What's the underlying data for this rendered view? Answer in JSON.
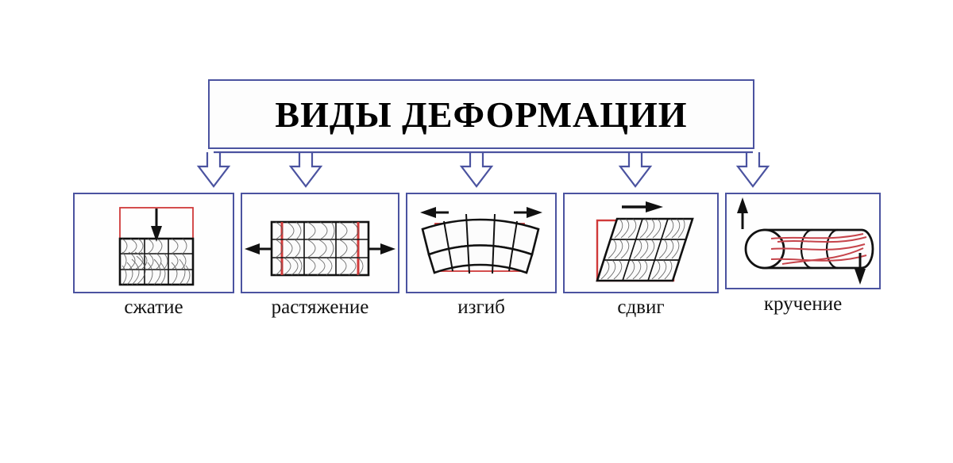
{
  "title": {
    "text": "ВИДЫ ДЕФОРМАЦИИ"
  },
  "colors": {
    "frame": "#4b53a0",
    "original_shape": "#d03a3a",
    "deformed_shape": "#111111",
    "background": "#ffffff",
    "text": "#111111"
  },
  "panels": [
    {
      "id": "compression",
      "label": "сжатие",
      "icon": "compression-diagram",
      "description": "down-arrow-on-block"
    },
    {
      "id": "tension",
      "label": "растяжение",
      "icon": "tension-diagram",
      "description": "outward-arrows-on-block"
    },
    {
      "id": "bending",
      "label": "изгиб",
      "icon": "bending-diagram",
      "description": "arched-beam-with-outward-arrows"
    },
    {
      "id": "shear",
      "label": "сдвиг",
      "icon": "shear-diagram",
      "description": "skewed-parallelogram-with-right-arrow"
    },
    {
      "id": "torsion",
      "label": "кручение",
      "icon": "torsion-diagram",
      "description": "twisted-cylinder-with-opposing-arrows"
    }
  ],
  "connectors": {
    "count": 5,
    "style": "hollow-block-down-arrow"
  }
}
